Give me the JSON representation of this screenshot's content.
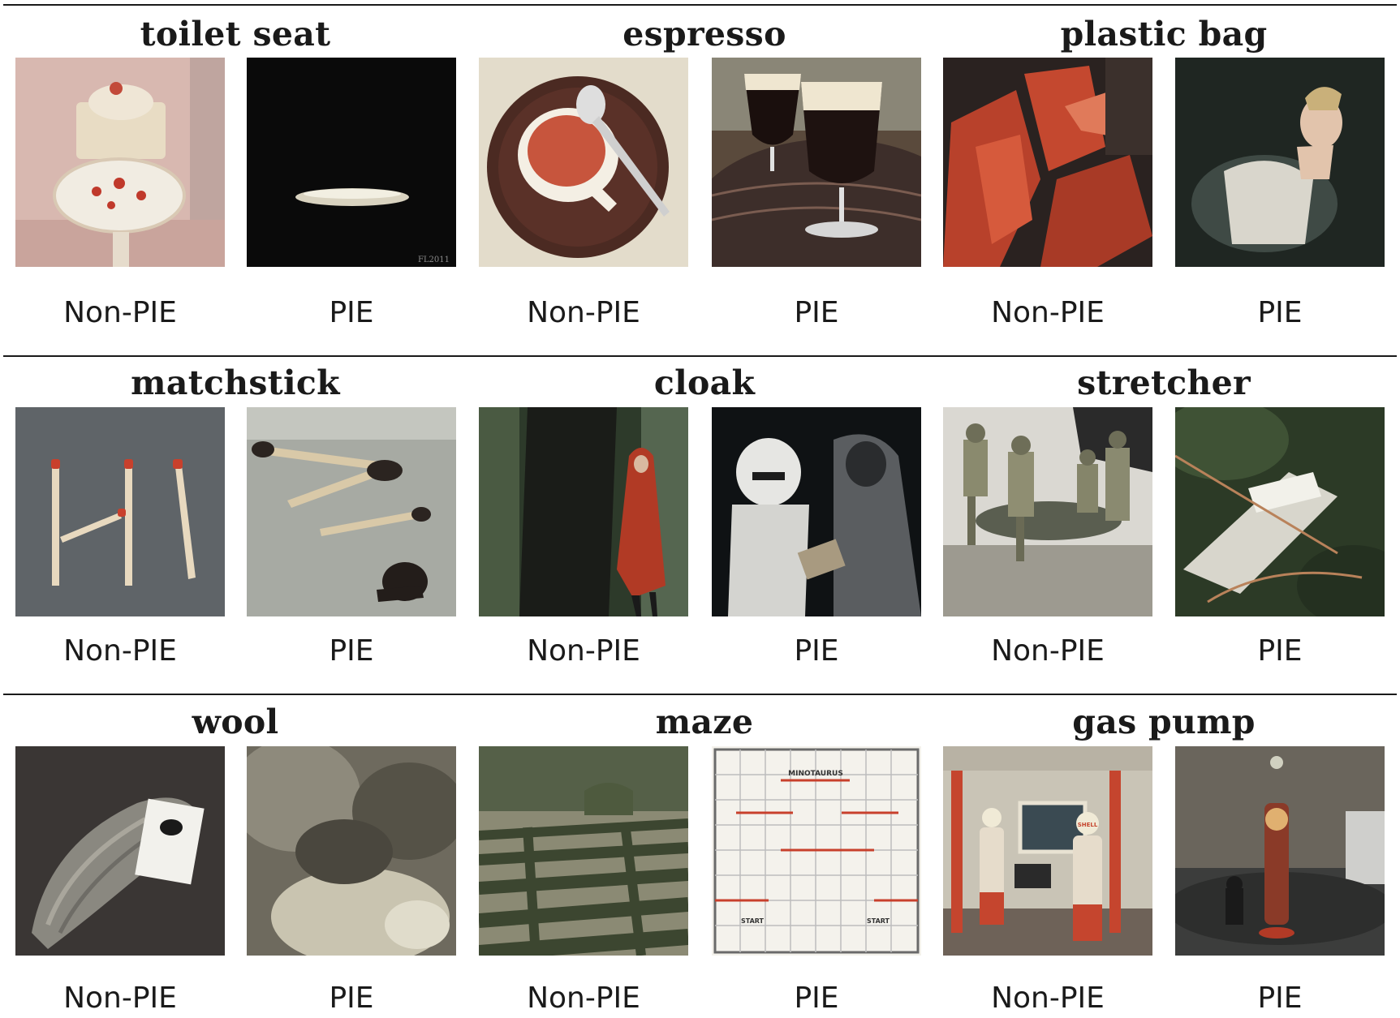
{
  "rows": [
    {
      "groups": [
        {
          "title": "toilet seat",
          "images": [
            {
              "label": "Non-PIE"
            },
            {
              "label": "PIE",
              "watermark": "FL2011"
            }
          ]
        },
        {
          "title": "espresso",
          "images": [
            {
              "label": "Non-PIE"
            },
            {
              "label": "PIE"
            }
          ]
        },
        {
          "title": "plastic bag",
          "images": [
            {
              "label": "Non-PIE"
            },
            {
              "label": "PIE"
            }
          ]
        }
      ]
    },
    {
      "groups": [
        {
          "title": "matchstick",
          "images": [
            {
              "label": "Non-PIE"
            },
            {
              "label": "PIE"
            }
          ]
        },
        {
          "title": "cloak",
          "images": [
            {
              "label": "Non-PIE"
            },
            {
              "label": "PIE"
            }
          ]
        },
        {
          "title": "stretcher",
          "images": [
            {
              "label": "Non-PIE"
            },
            {
              "label": "PIE"
            }
          ]
        }
      ]
    },
    {
      "groups": [
        {
          "title": "wool",
          "images": [
            {
              "label": "Non-PIE"
            },
            {
              "label": "PIE"
            }
          ]
        },
        {
          "title": "maze",
          "images": [
            {
              "label": "Non-PIE"
            },
            {
              "label": "PIE",
              "texts": [
                "MINOTAURUS",
                "START",
                "START"
              ]
            }
          ]
        },
        {
          "title": "gas pump",
          "images": [
            {
              "label": "Non-PIE",
              "sign": "SHELL"
            },
            {
              "label": "PIE"
            }
          ]
        }
      ]
    }
  ]
}
